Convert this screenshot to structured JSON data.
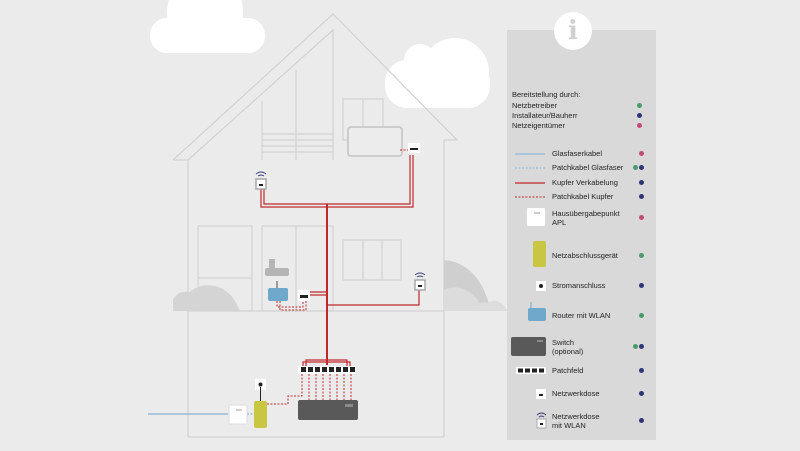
{
  "info_button": {
    "icon": "info-icon",
    "glyph": "i"
  },
  "colors": {
    "background": "#ebebeb",
    "panel": "#d9d9d9",
    "house_line": "#d0d0d0",
    "copper": "#c0282d",
    "fiber": "#6fa0c8",
    "ont": "#c9c643",
    "router": "#6ea9cc",
    "switch": "#595959",
    "wifi": "#3b3f7a",
    "provider_green": "#4a9a6a",
    "provider_blue": "#2e3575",
    "provider_pink": "#c5497a"
  },
  "provision": {
    "title": "Bereitstellung durch:",
    "providers": [
      {
        "label": "Netzbetreiber",
        "dots": [
          "green"
        ]
      },
      {
        "label": "Installateur/Bauherr",
        "dots": [
          "blue"
        ]
      },
      {
        "label": "Netzeigentümer",
        "dots": [
          "pink"
        ]
      }
    ]
  },
  "legend": [
    {
      "label": "Glasfaserkabel",
      "symbol": "fiber-cable",
      "dots": [
        "pink"
      ]
    },
    {
      "label": "Patchkabel Glasfaser",
      "symbol": "fiber-patch-cable",
      "dots": [
        "green",
        "blue"
      ]
    },
    {
      "label": "Kupfer Verkabelung",
      "symbol": "copper-cable",
      "dots": [
        "blue"
      ]
    },
    {
      "label": "Patchkabel Kupfer",
      "symbol": "copper-patch-cable",
      "dots": [
        "blue"
      ]
    },
    {
      "label": "Hausübergabepunkt APL",
      "line1": "Hausübergabepunkt",
      "line2": "APL",
      "symbol": "apl-box",
      "dots": [
        "pink"
      ]
    },
    {
      "label": "Netzabschlussgerät",
      "symbol": "ont-device",
      "dots": [
        "green"
      ]
    },
    {
      "label": "Stromanschluss",
      "symbol": "power-outlet",
      "dots": [
        "blue"
      ]
    },
    {
      "label": "Router mit WLAN",
      "symbol": "router",
      "dots": [
        "green"
      ]
    },
    {
      "label": "Switch (optional)",
      "line1": "Switch",
      "line2": "(optional)",
      "symbol": "switch",
      "dots": [
        "green",
        "blue"
      ]
    },
    {
      "label": "Patchfeld",
      "symbol": "patch-panel",
      "dots": [
        "blue"
      ]
    },
    {
      "label": "Netzwerkdose",
      "symbol": "network-socket",
      "dots": [
        "blue"
      ]
    },
    {
      "label": "Netzwerkdose mit WLAN",
      "line1": "Netzwerkdose",
      "line2": "mit WLAN",
      "symbol": "wifi-network-socket",
      "dots": [
        "blue"
      ]
    }
  ]
}
